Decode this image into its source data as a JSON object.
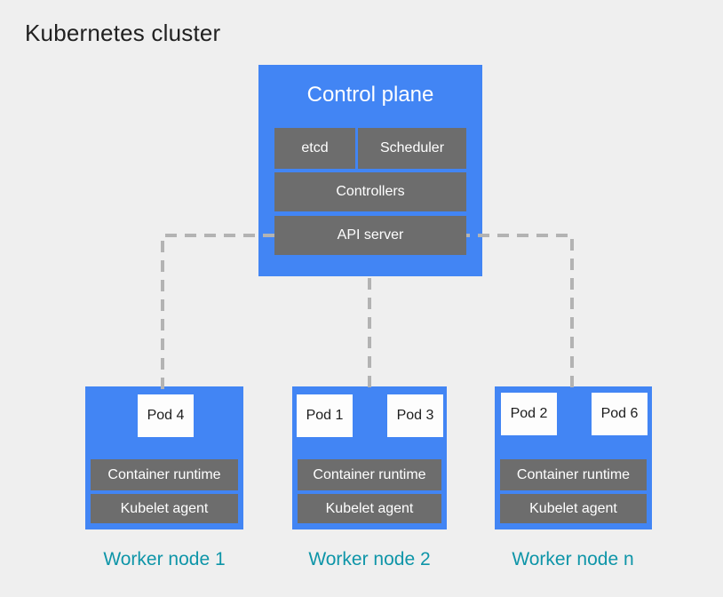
{
  "title": "Kubernetes cluster",
  "control_plane": {
    "title": "Control plane",
    "components": {
      "etcd": "etcd",
      "scheduler": "Scheduler",
      "controllers": "Controllers",
      "api_server": "API server"
    }
  },
  "worker_nodes": [
    {
      "label": "Worker node 1",
      "pods": [
        "Pod 4"
      ],
      "container_runtime": "Container runtime",
      "kubelet": "Kubelet agent"
    },
    {
      "label": "Worker node 2",
      "pods": [
        "Pod 1",
        "Pod 3"
      ],
      "container_runtime": "Container runtime",
      "kubelet": "Kubelet agent"
    },
    {
      "label": "Worker node n",
      "pods": [
        "Pod 2",
        "Pod 6"
      ],
      "container_runtime": "Container runtime",
      "kubelet": "Kubelet agent"
    }
  ],
  "colors": {
    "background": "#efefef",
    "node_blue": "#4285f4",
    "component_gray": "#6d6d6d",
    "pod_white": "#fdfdfd",
    "label_teal": "#0e95a8",
    "connector_dash": "#b3b3b3",
    "title_text": "#212121"
  }
}
